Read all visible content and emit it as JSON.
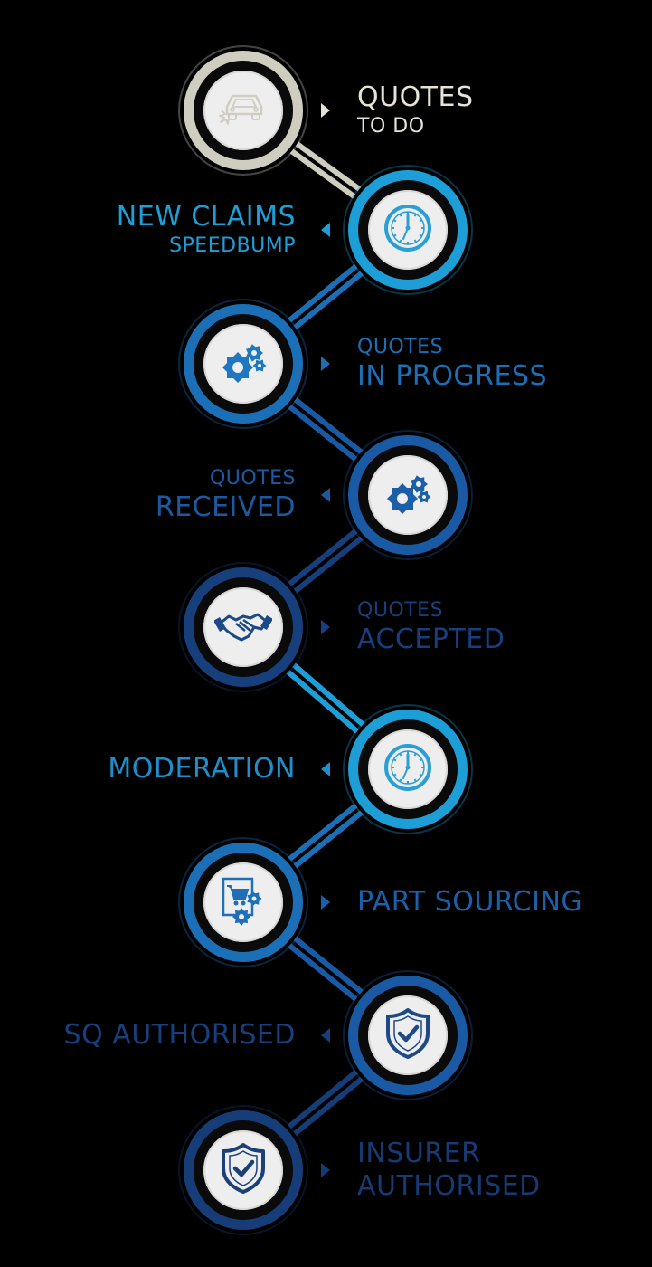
{
  "colors": {
    "steel_blue": "#1e9ed6",
    "mid_blue": "#1b6fb7",
    "navy": "#163d78",
    "grey_ring": "#cfccc0",
    "icon_dark": "#1d4a86",
    "icon_light": "#2a9fd6"
  },
  "steps": [
    {
      "id": "quotes-to-do",
      "lines": [
        "QUOTES",
        "TO DO"
      ],
      "sizes": [
        "big",
        "small"
      ],
      "side": "right",
      "icon": "car-icon",
      "label_color": "#e6e2d5",
      "ring_color": "#cfccc0",
      "icon_color": "#cfccc0"
    },
    {
      "id": "new-claims-speedbump",
      "lines": [
        "NEW CLAIMS",
        "SPEEDBUMP"
      ],
      "sizes": [
        "big",
        "small"
      ],
      "side": "left",
      "icon": "clock-icon",
      "label_color": "#1e9ed6",
      "ring_color": "#1e9ed6",
      "icon_color": "#2a9fd6"
    },
    {
      "id": "quotes-in-progress",
      "lines": [
        "QUOTES",
        "IN PROGRESS"
      ],
      "sizes": [
        "small",
        "big"
      ],
      "side": "right",
      "icon": "gears-icon",
      "label_color": "#1b6fb7",
      "ring_color": "#1b6fb7",
      "icon_color": "#1e78bf"
    },
    {
      "id": "quotes-received",
      "lines": [
        "QUOTES",
        "RECEIVED"
      ],
      "sizes": [
        "small",
        "big"
      ],
      "side": "left",
      "icon": "gears-icon",
      "label_color": "#1b5aa3",
      "ring_color": "#1a5aa5",
      "icon_color": "#1d5ea8"
    },
    {
      "id": "quotes-accepted",
      "lines": [
        "QUOTES",
        "ACCEPTED"
      ],
      "sizes": [
        "small",
        "big"
      ],
      "side": "right",
      "icon": "handshake-icon",
      "label_color": "#173f7d",
      "ring_color": "#163f7c",
      "icon_color": "#1d4a86"
    },
    {
      "id": "moderation",
      "lines": [
        "MODERATION"
      ],
      "sizes": [
        "big"
      ],
      "side": "left",
      "icon": "clock-icon",
      "label_color": "#1e8fcc",
      "ring_color": "#1e9ed6",
      "icon_color": "#2a9fd6"
    },
    {
      "id": "part-sourcing",
      "lines": [
        "PART SOURCING"
      ],
      "sizes": [
        "big"
      ],
      "side": "right",
      "icon": "cart-gears-icon",
      "label_color": "#1a61ab",
      "ring_color": "#1b6fb7",
      "icon_color": "#1e6fb8"
    },
    {
      "id": "sq-authorised",
      "lines": [
        "SQ AUTHORISED"
      ],
      "sizes": [
        "big"
      ],
      "side": "left",
      "icon": "shield-check-icon",
      "label_color": "#173f7d",
      "ring_color": "#1a5aa5",
      "icon_color": "#1d4a86"
    },
    {
      "id": "insurer-authorised",
      "lines": [
        "INSURER",
        "AUTHORISED"
      ],
      "sizes": [
        "big",
        "big"
      ],
      "side": "right",
      "icon": "shield-check-icon",
      "label_color": "#163a73",
      "ring_color": "#163d78",
      "icon_color": "#1d3f78"
    }
  ]
}
